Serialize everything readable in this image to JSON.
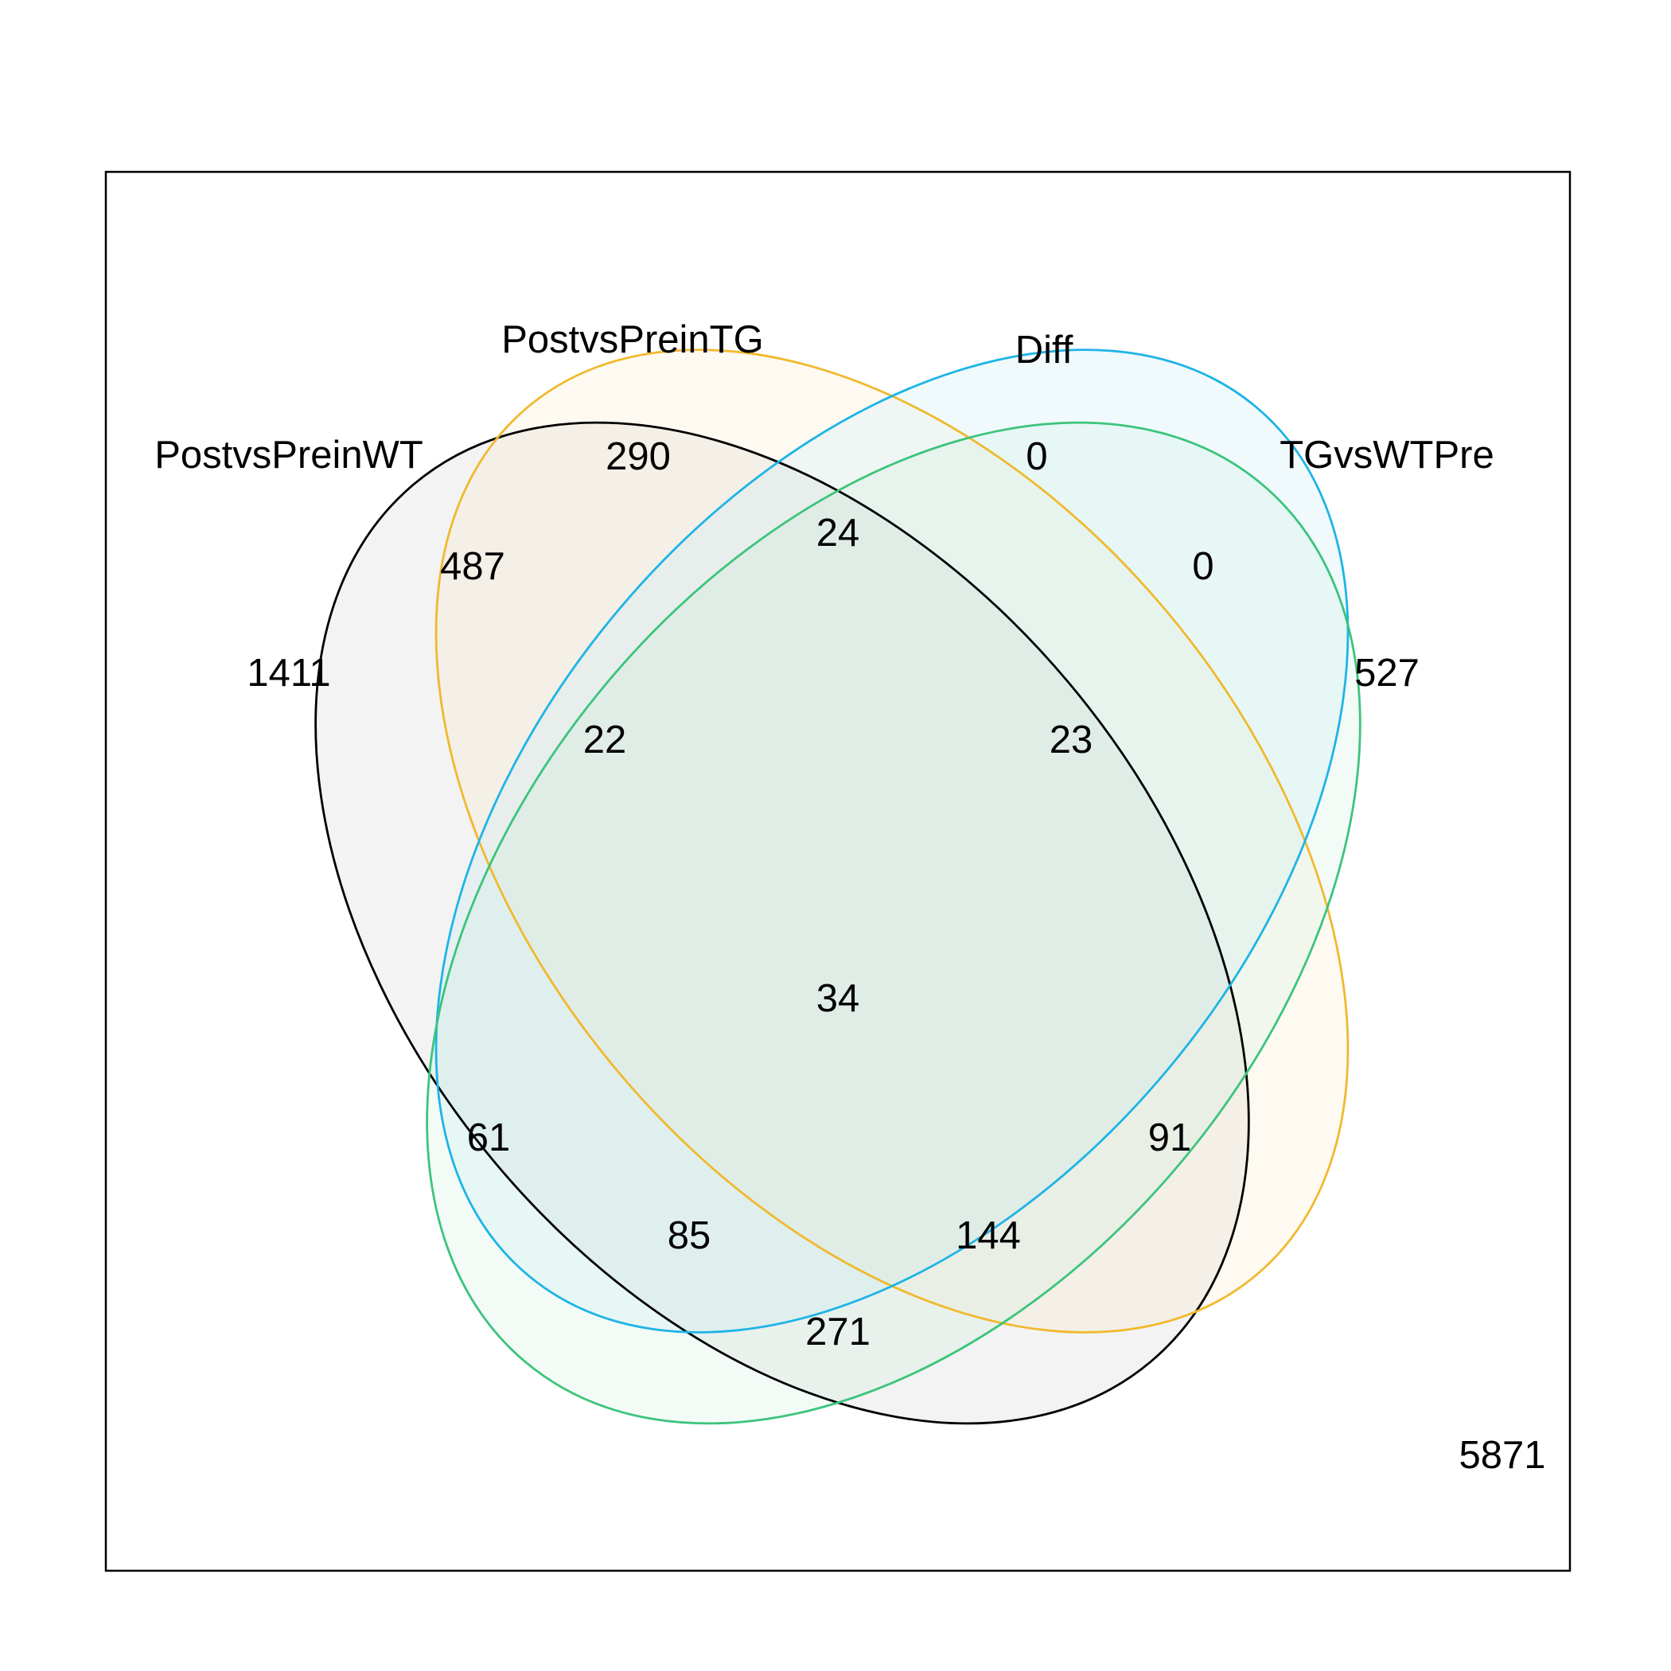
{
  "sets": [
    {
      "key": "A",
      "label": "PostvsPreinWT",
      "stroke": "#000000",
      "fill": "#c8c8c8"
    },
    {
      "key": "B",
      "label": "PostvsPreinTG",
      "stroke": "#f0b92e",
      "fill": "#fbe9c2"
    },
    {
      "key": "C",
      "label": "Diff",
      "stroke": "#1eb4e6",
      "fill": "#bce8f8"
    },
    {
      "key": "D",
      "label": "TGvsWTPre",
      "stroke": "#3cc47c",
      "fill": "#c9efd9"
    }
  ],
  "regions": {
    "A": "1411",
    "B": "290",
    "C": "0",
    "D": "527",
    "AB": "487",
    "BC": "24",
    "CD": "0",
    "ABC": "22",
    "BCD": "23",
    "AC": "61",
    "BD": "91",
    "ABCD": "34",
    "ACD": "85",
    "ABD": "144",
    "AD": "271",
    "none": "5871"
  }
}
